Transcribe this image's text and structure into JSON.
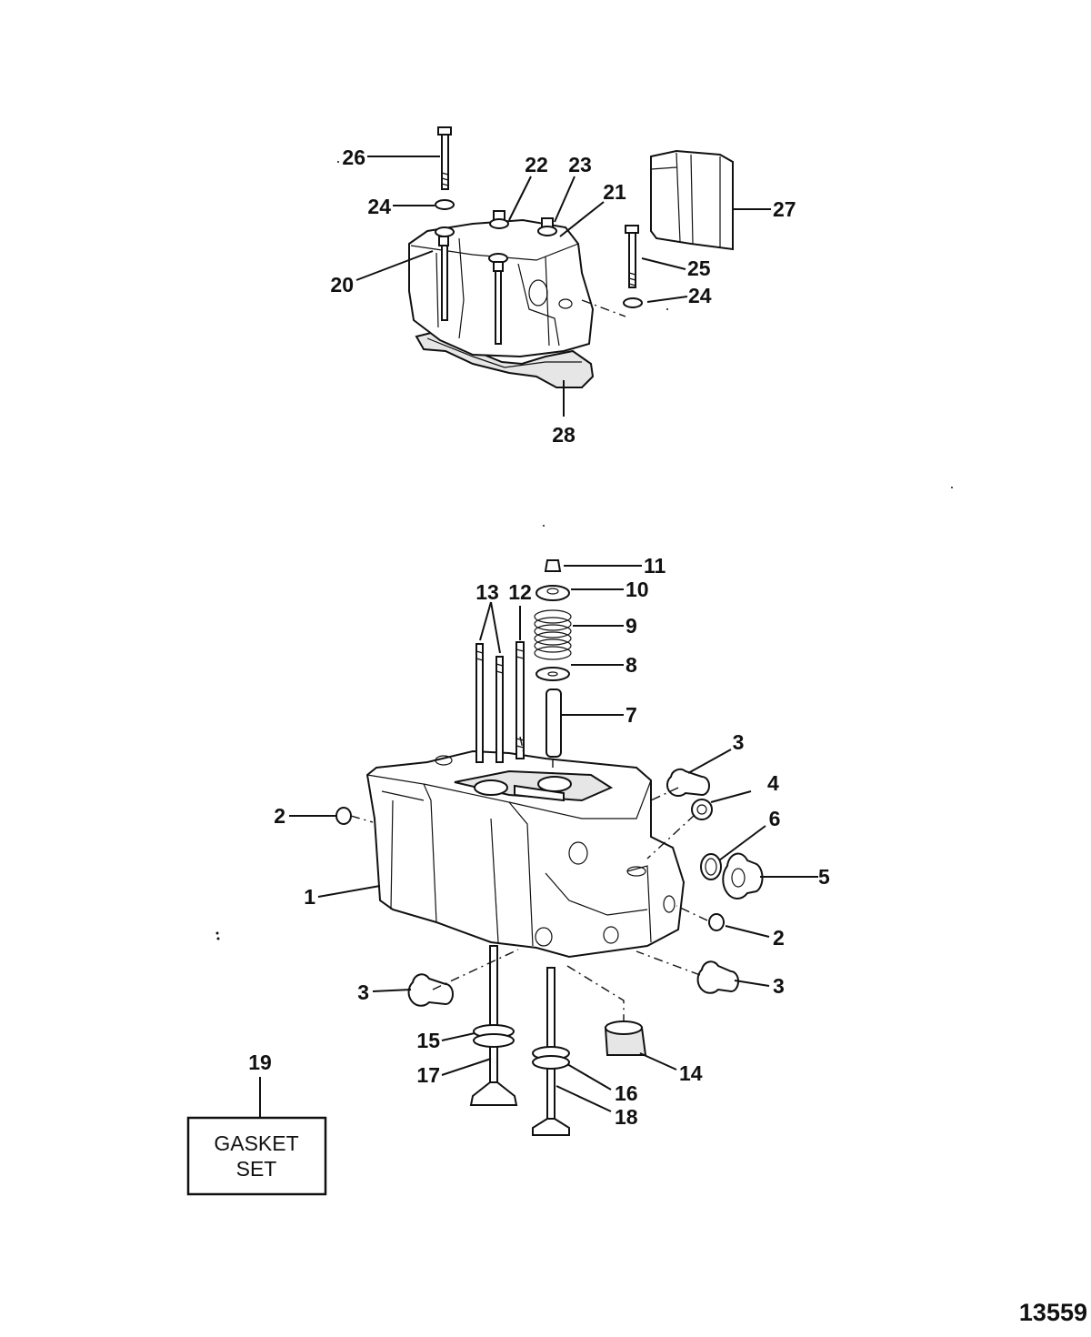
{
  "callouts": {
    "c1": "1",
    "c2a": "2",
    "c2b": "2",
    "c3a": "3",
    "c3b": "3",
    "c3c": "3",
    "c4": "4",
    "c5": "5",
    "c6": "6",
    "c7": "7",
    "c8": "8",
    "c9": "9",
    "c10": "10",
    "c11": "11",
    "c12": "12",
    "c13": "13",
    "c14": "14",
    "c15": "15",
    "c16": "16",
    "c17": "17",
    "c18": "18",
    "c19": "19",
    "c20": "20",
    "c21": "21",
    "c22": "22",
    "c23": "23",
    "c24a": "24",
    "c24b": "24",
    "c25": "25",
    "c26": "26",
    "c27": "27",
    "c28": "28"
  },
  "gasket_box": {
    "line1": "GASKET",
    "line2": "SET"
  },
  "figure_number": "13559"
}
